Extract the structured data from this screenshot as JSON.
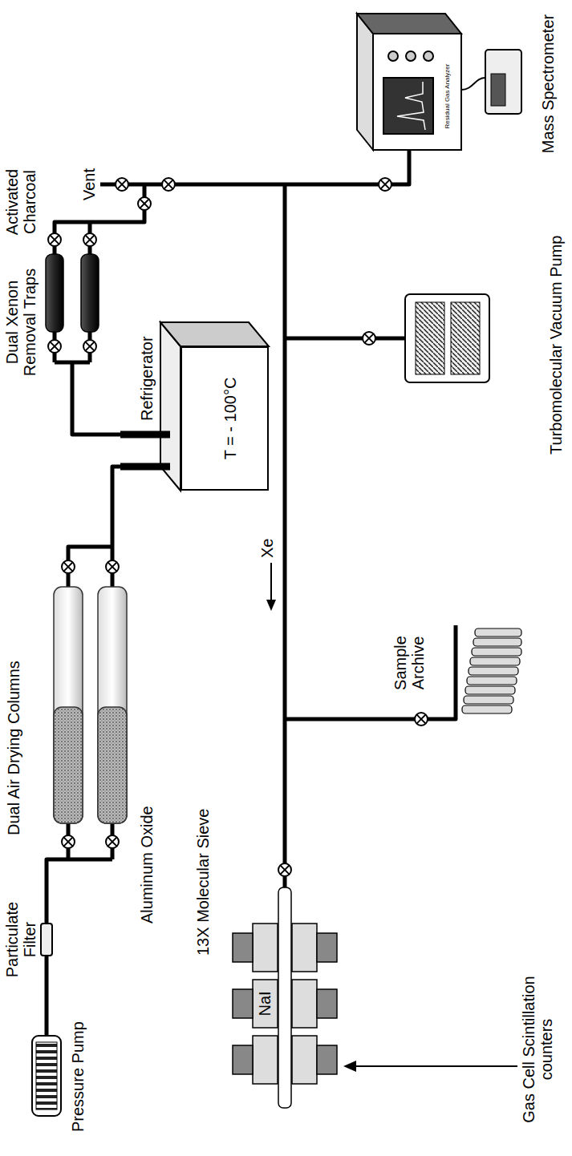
{
  "diagram": {
    "nodes": [
      {
        "text": [
          "Refrigerator",
          "T = - 100°C"
        ]
      }
    ],
    "labels": [
      "Pressure Pump",
      "Particulate Filter",
      "Dual Air Drying Columns",
      "Aluminum Oxide",
      "13X Molecular Sieve",
      "Dual Xenon Removal Traps",
      "Activated Charcoal",
      "Vent",
      "Xe",
      "Sample Archive",
      "Mass Spectrometer",
      "Residual Gas Analyzer",
      "Turbomolecular Vacuum Pump",
      "NaI",
      "Gas Cell Scintillation counters"
    ]
  }
}
